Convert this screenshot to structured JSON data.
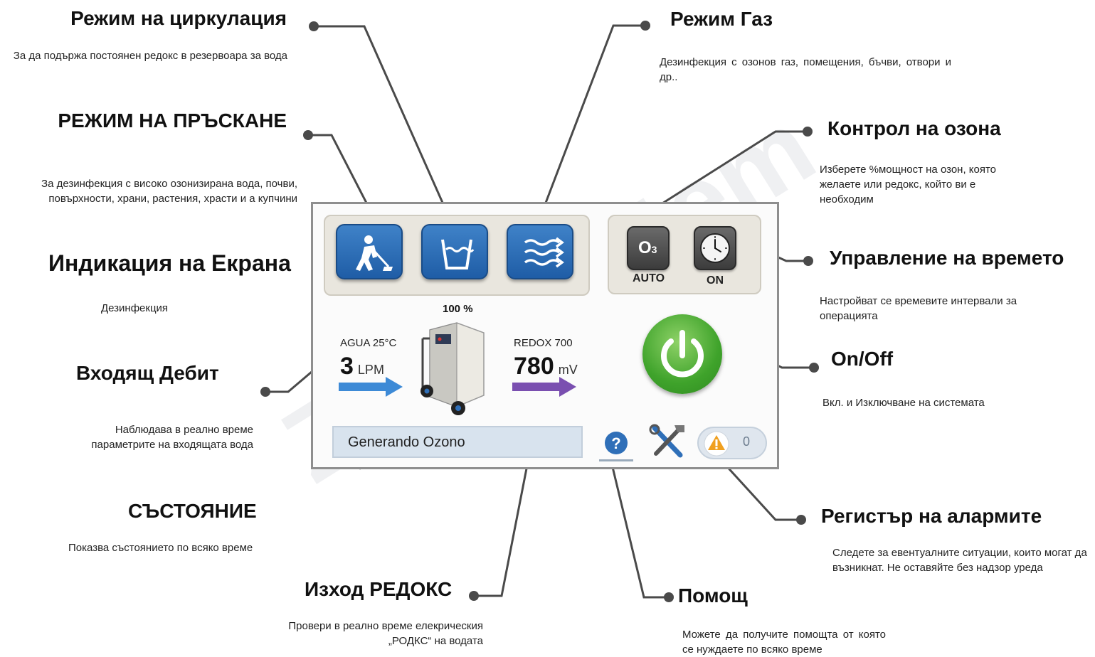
{
  "watermark": "Zonosistem",
  "callouts": {
    "circulation": {
      "title": "Режим на циркулация",
      "desc": "За да подържа постоянен редокс в резервоара за вода"
    },
    "spray": {
      "title": "РЕЖИМ НА ПРЪСКАНЕ",
      "desc": "За дезинфекция с високо озонизирана вода, почви, повърхности, храни, растения, храсти и а купчини"
    },
    "screen": {
      "title": "Индикация на Екрана",
      "desc": "Дезинфекция"
    },
    "inflow": {
      "title": "Входящ Дебит",
      "desc": "Наблюдава в реално време параметрите на входящата вода"
    },
    "status": {
      "title": "СЪСТОЯНИЕ",
      "desc": "Показва състоянието по всяко време"
    },
    "redox": {
      "title": "Изход РЕДОКС",
      "desc": "Провери в реално време елекрическия „РОДКС“ на водата"
    },
    "gas": {
      "title": "Режим Газ",
      "desc": "Дезинфекция с озонов газ, помещения, бъчви, отвори и др.."
    },
    "ozone": {
      "title": "Контрол на озона",
      "desc": "Изберете %мощност на озон, която желаете или редокс, който ви е необходим"
    },
    "time": {
      "title": "Управление на времето",
      "desc": "Настройват се времевите интервали за операцията"
    },
    "onoff": {
      "title": "On/Off",
      "desc": "Вкл. и Изключване на системата"
    },
    "alarms": {
      "title": "Регистър на алармите",
      "desc": "Следете за евентуалните ситуации, които могат да възникнат. Не оставяйте без надзор уреда"
    },
    "help": {
      "title": "Помощ",
      "desc": "Можете да получите помощта от която се нуждаете по всяко време"
    }
  },
  "panel": {
    "ozone_button_symbol": "O",
    "ozone_button_sub": "3",
    "ozone_button_caption": "AUTO",
    "timer_button_caption": "ON",
    "machine_percent": "100 %",
    "inflow_label": "AGUA 25°C",
    "inflow_value": "3",
    "inflow_unit": "LPM",
    "redox_label": "REDOX 700",
    "redox_value": "780",
    "redox_unit": "mV",
    "status_text": "Generando Ozono",
    "alarm_count": "0",
    "icons": {
      "spray": "person-spraying-icon",
      "circulation": "water-tank-icon",
      "gas": "gas-waves-icon",
      "timer": "clock-icon",
      "power": "power-icon",
      "help": "help-icon",
      "tools": "tools-icon",
      "alarm": "warning-icon"
    }
  },
  "colors": {
    "button_blue": "#2f6fb8",
    "power_green": "#3fa32b",
    "inflow_arrow": "#3d8ad6",
    "redox_arrow": "#7a4fb0",
    "alarm_orange": "#f0a020"
  }
}
